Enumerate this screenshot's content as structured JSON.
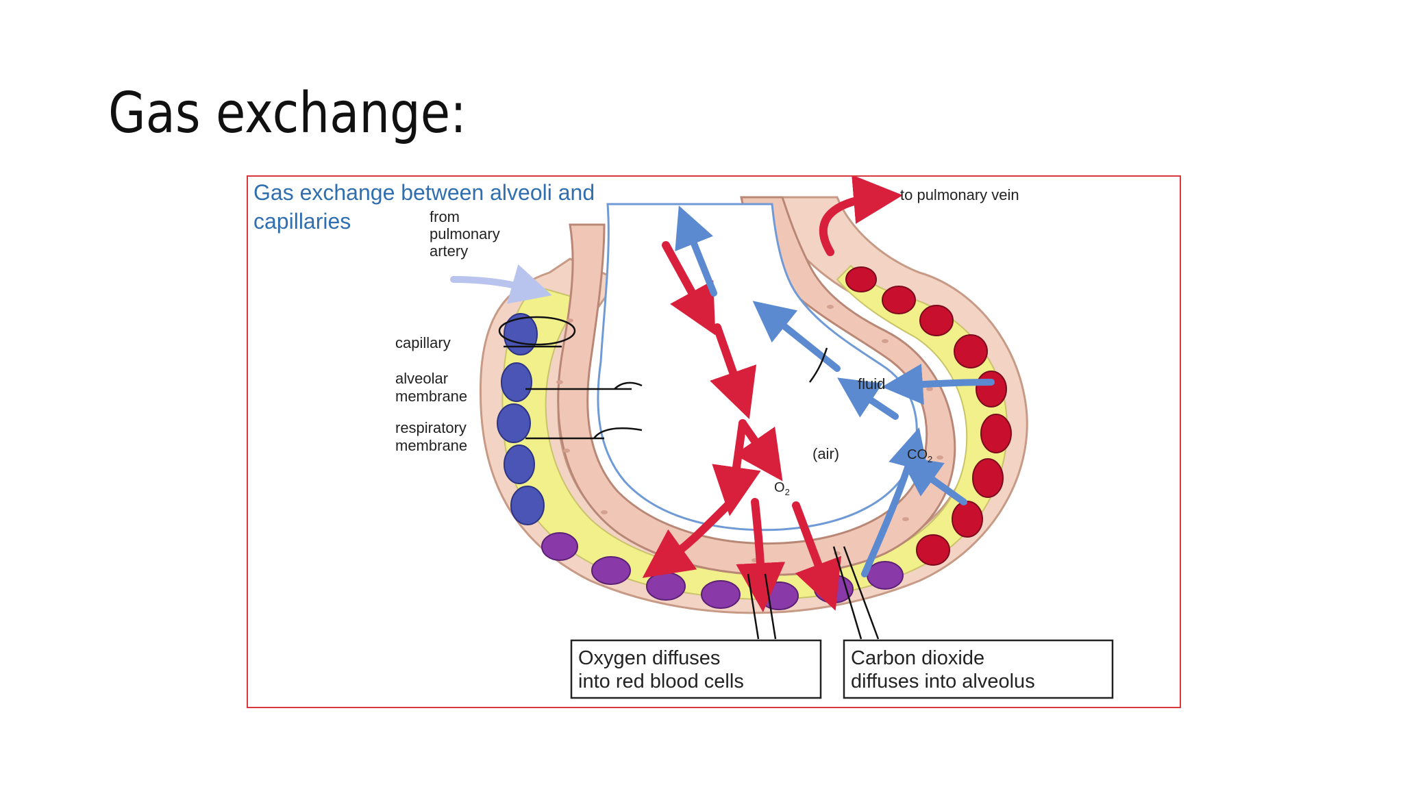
{
  "slide": {
    "title": "Gas exchange:"
  },
  "figure": {
    "heading_line1": "Gas exchange  between  alveoli  and",
    "heading_line2": "capillaries",
    "from_artery": [
      "from",
      "pulmonary",
      "artery"
    ],
    "to_vein": "to pulmonary vein",
    "label_capillary": "capillary",
    "label_alveolar": [
      "alveolar",
      "membrane"
    ],
    "label_respiratory": [
      "respiratory",
      "membrane"
    ],
    "label_fluid": "fluid",
    "label_air": "(air)",
    "label_o2": "O",
    "label_o2_sub": "2",
    "label_co2": "CO",
    "label_co2_sub": "2",
    "box_oxygen": [
      "Oxygen diffuses",
      "into red blood cells"
    ],
    "box_co2": [
      "Carbon dioxide",
      "diffuses into alveolus"
    ],
    "colors": {
      "heading": "#2f6fb0",
      "frame": "#d8383c",
      "oxygen_arrow": "#d81f3c",
      "co2_arrow": "#5b8ad0",
      "membrane": "#f2d3c4",
      "plasma": "#f1f08a",
      "rbc_deoxy": "#4a55b5",
      "rbc_mixed": "#8a3aa8",
      "rbc_oxy": "#c8102e"
    }
  }
}
